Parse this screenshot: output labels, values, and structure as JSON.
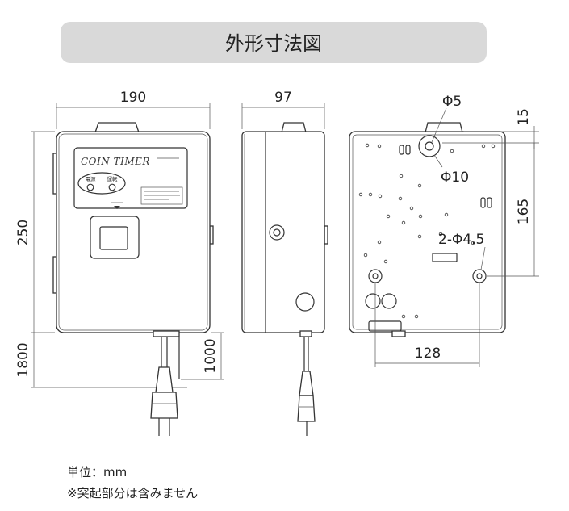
{
  "title": "外形寸法図",
  "dimensions": {
    "width_front": "190",
    "depth_side": "97",
    "height": "250",
    "cord_total": "1800",
    "cord_partial": "1000",
    "keyhole_small": "Φ5",
    "keyhole_large": "Φ10",
    "top_to_keyhole": "15",
    "keyhole_to_mount": "165",
    "mount_holes": "2-Φ4.5",
    "mount_spacing": "128"
  },
  "front_panel": {
    "brand": "COIN TIMER",
    "lamp_power": "電源",
    "lamp_run": "運転"
  },
  "notes": {
    "unit": "単位：mm",
    "exclusion": "※突起部分は含みません"
  },
  "colors": {
    "banner": "#d9d9d9",
    "line": "#333333"
  }
}
